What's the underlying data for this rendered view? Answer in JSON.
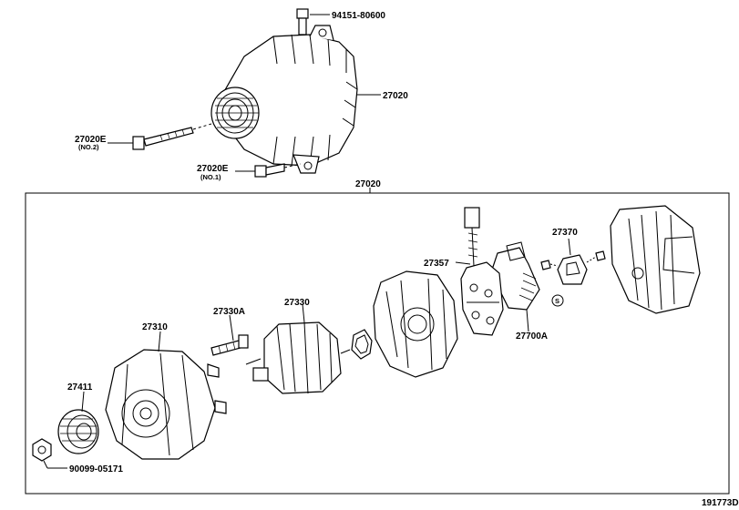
{
  "parts": {
    "p94151": "94151-80600",
    "p27020_top": "27020",
    "p27020e_no2": "27020E",
    "p27020e_no2_sub": "(NO.2)",
    "p27020e_no1": "27020E",
    "p27020e_no1_sub": "(NO.1)",
    "p27020_box": "27020",
    "p27370": "27370",
    "p27357": "27357",
    "p27330a": "27330A",
    "p27330": "27330",
    "p27700a": "27700A",
    "p27310": "27310",
    "p27411": "27411",
    "p90099": "90099-05171"
  },
  "diagram_id": "191773D"
}
